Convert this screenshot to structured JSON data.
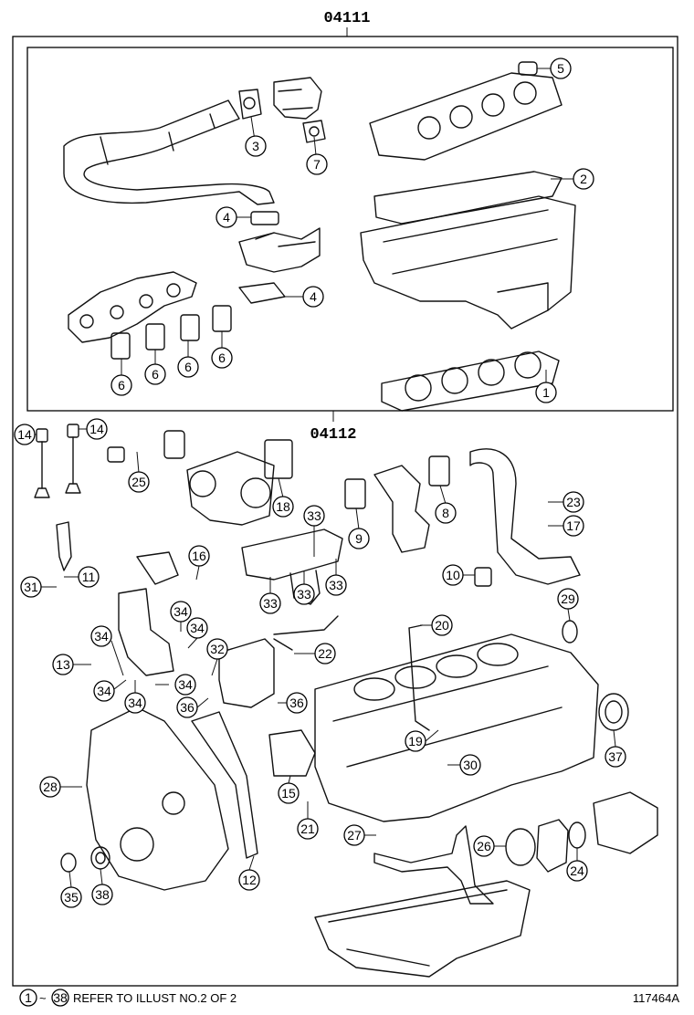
{
  "groups": {
    "top_code": "04111",
    "bottom_code": "04112"
  },
  "footer": {
    "note_text": "REFER TO ILLUST NO.2 OF 2",
    "note_range_start": "1",
    "note_range_end": "38",
    "illustration_id": "117464A"
  },
  "callouts": [
    "1",
    "2",
    "3",
    "4",
    "5",
    "6",
    "7",
    "8",
    "9",
    "10",
    "11",
    "12",
    "13",
    "14",
    "15",
    "16",
    "17",
    "18",
    "19",
    "20",
    "21",
    "22",
    "23",
    "24",
    "25",
    "26",
    "27",
    "28",
    "29",
    "30",
    "31",
    "32",
    "33",
    "34",
    "35",
    "36",
    "37",
    "38"
  ]
}
